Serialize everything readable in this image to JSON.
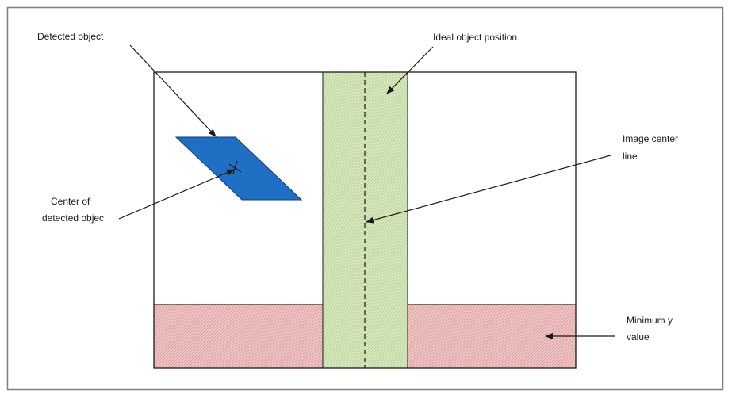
{
  "labels": {
    "detected_object": "Detected object",
    "ideal_object_position": "Ideal object position",
    "image_center_line_1": "Image center",
    "image_center_line_2": "line",
    "center_detected_1": "Center of",
    "center_detected_2": "detected objec",
    "minimum_y_1": "Minimum y",
    "minimum_y_2": "value"
  },
  "colors": {
    "frame": "#7f7f7f",
    "image_border": "#1a1a1a",
    "object_fill": "#1f6fc5",
    "object_stroke": "#0f3f7a",
    "ideal_zone_fill": "#d7e8bf",
    "ideal_zone_hatch": "#b5d190",
    "min_y_fill": "#efc4c4",
    "min_y_hatch": "#d99b9b",
    "arrow": "#1a1a1a"
  }
}
